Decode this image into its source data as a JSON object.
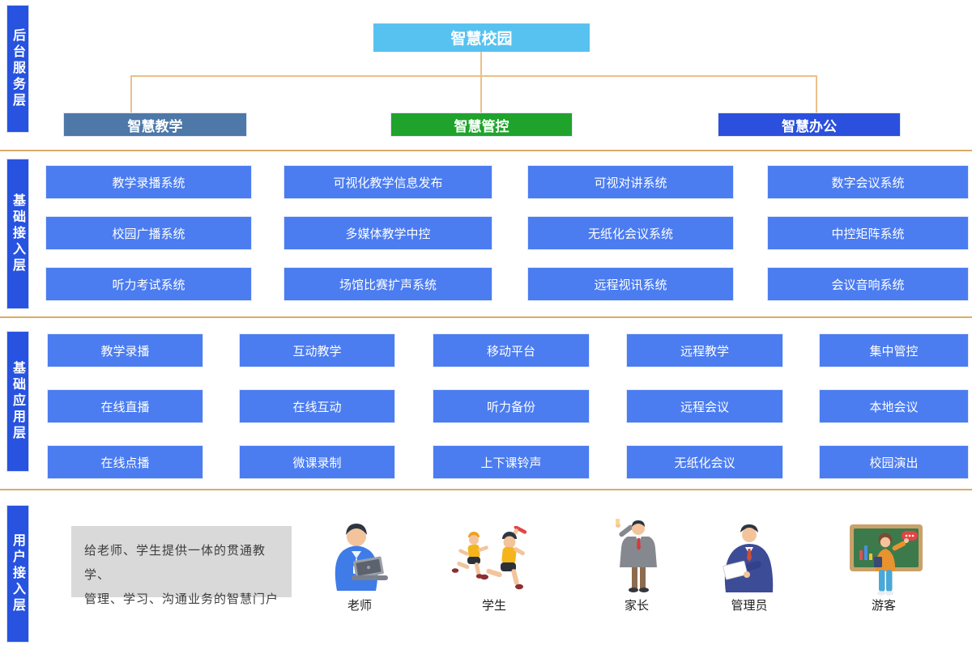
{
  "colors": {
    "title_bg": "#57c2ef",
    "branch_teaching_bg": "#4e78a8",
    "branch_control_bg": "#1fa32c",
    "branch_office_bg": "#2b50dd",
    "module_box_bg": "#4b7cf0",
    "sidebar_bg": "#2753e0",
    "connector_line": "#ecc089",
    "section_divider": "#dcac68",
    "description_bg": "#d9d9d9"
  },
  "root": {
    "title": "智慧校园"
  },
  "sidebars": {
    "backend": "后台服务层",
    "access": "基础接入层",
    "application": "基础应用层",
    "user": "用户接入层"
  },
  "branches": {
    "teaching": "智慧教学",
    "control": "智慧管控",
    "office": "智慧办公"
  },
  "access_layer": {
    "rows": [
      [
        "教学录播系统",
        "可视化教学信息发布",
        "可视对讲系统",
        "数字会议系统"
      ],
      [
        "校园广播系统",
        "多媒体教学中控",
        "无纸化会议系统",
        "中控矩阵系统"
      ],
      [
        "听力考试系统",
        "场馆比赛扩声系统",
        "远程视讯系统",
        "会议音响系统"
      ]
    ]
  },
  "application_layer": {
    "rows": [
      [
        "教学录播",
        "互动教学",
        "移动平台",
        "远程教学",
        "集中管控"
      ],
      [
        "在线直播",
        "在线互动",
        "听力备份",
        "远程会议",
        "本地会议"
      ],
      [
        "在线点播",
        "微课录制",
        "上下课铃声",
        "无纸化会议",
        "校园演出"
      ]
    ]
  },
  "user_layer": {
    "description_line1": "给老师、学生提供一体的贯通教学、",
    "description_line2": "管理、学习、沟通业务的智慧门户",
    "personas": [
      {
        "label": "老师",
        "icon": "teacher-illustration"
      },
      {
        "label": "学生",
        "icon": "students-illustration"
      },
      {
        "label": "家长",
        "icon": "parent-illustration"
      },
      {
        "label": "管理员",
        "icon": "admin-illustration"
      },
      {
        "label": "游客",
        "icon": "visitor-illustration"
      }
    ]
  }
}
